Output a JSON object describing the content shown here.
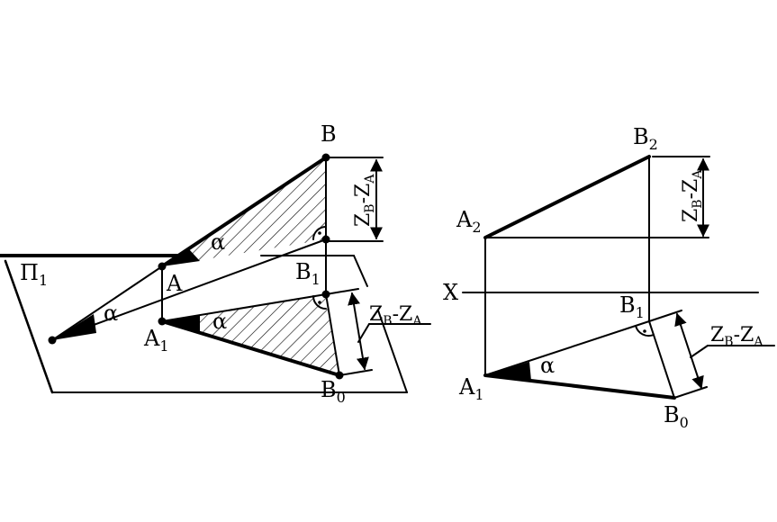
{
  "left": {
    "plane": {
      "label": "Π",
      "sub": "1"
    },
    "points": {
      "B": {
        "label": "B",
        "sub": ""
      },
      "A": {
        "label": "A",
        "sub": ""
      },
      "B1": {
        "label": "B",
        "sub": "1"
      },
      "A1": {
        "label": "A",
        "sub": "1"
      },
      "B0": {
        "label": "B",
        "sub": "0"
      }
    },
    "angles": [
      "α",
      "α",
      "α"
    ],
    "dimensions": [
      {
        "main": "Z",
        "s1": "B",
        "mid": "-Z",
        "s2": "A"
      },
      {
        "main": "Z",
        "s1": "B",
        "mid": "-Z",
        "s2": "A"
      }
    ]
  },
  "right": {
    "axis": {
      "label": "X"
    },
    "points": {
      "B2": {
        "label": "B",
        "sub": "2"
      },
      "A2": {
        "label": "A",
        "sub": "2"
      },
      "B1": {
        "label": "B",
        "sub": "1"
      },
      "A1": {
        "label": "A",
        "sub": "1"
      },
      "B0": {
        "label": "B",
        "sub": "0"
      }
    },
    "angles": [
      "α"
    ],
    "dimensions": [
      {
        "main": "Z",
        "s1": "B",
        "mid": "-Z",
        "s2": "A"
      },
      {
        "main": "Z",
        "s1": "B",
        "mid": "-Z",
        "s2": "A"
      }
    ]
  }
}
